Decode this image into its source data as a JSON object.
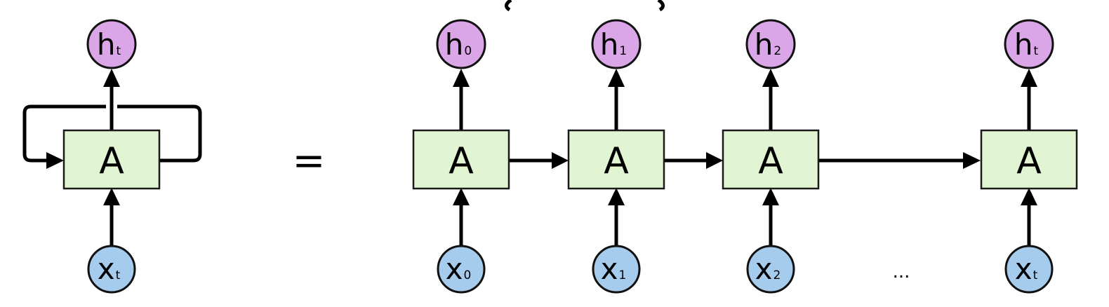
{
  "cell_label": "A",
  "folded": {
    "output": {
      "symbol": "h",
      "subscript": "t"
    },
    "input": {
      "symbol": "x",
      "subscript": "t"
    }
  },
  "equals_sign": "=",
  "unrolled": [
    {
      "output": {
        "symbol": "h",
        "subscript": "0"
      },
      "input": {
        "symbol": "x",
        "subscript": "0"
      }
    },
    {
      "output": {
        "symbol": "h",
        "subscript": "1"
      },
      "input": {
        "symbol": "x",
        "subscript": "1"
      }
    },
    {
      "output": {
        "symbol": "h",
        "subscript": "2"
      },
      "input": {
        "symbol": "x",
        "subscript": "2"
      }
    },
    {
      "output": {
        "symbol": "h",
        "subscript": "t"
      },
      "input": {
        "symbol": "x",
        "subscript": "t"
      }
    }
  ],
  "ellipsis": "...",
  "colors": {
    "cell_fill": "#e1f5d2",
    "output_node_fill": "#dba6e8",
    "input_node_fill": "#a5cbed",
    "stroke": "#000000"
  }
}
